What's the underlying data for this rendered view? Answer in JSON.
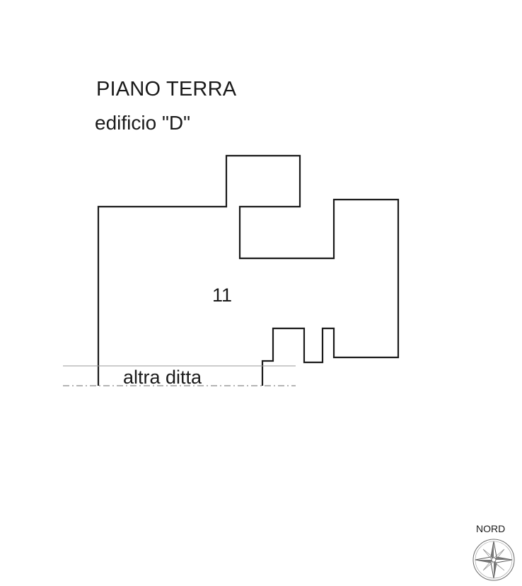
{
  "title": "PIANO TERRA",
  "subtitle": "edificio \"D\"",
  "unit_label": "11",
  "neighbor_label": "altra ditta",
  "north_label": "NORD",
  "colors": {
    "line": "#1a1a1a",
    "thin_line": "#9a9a9a"
  }
}
